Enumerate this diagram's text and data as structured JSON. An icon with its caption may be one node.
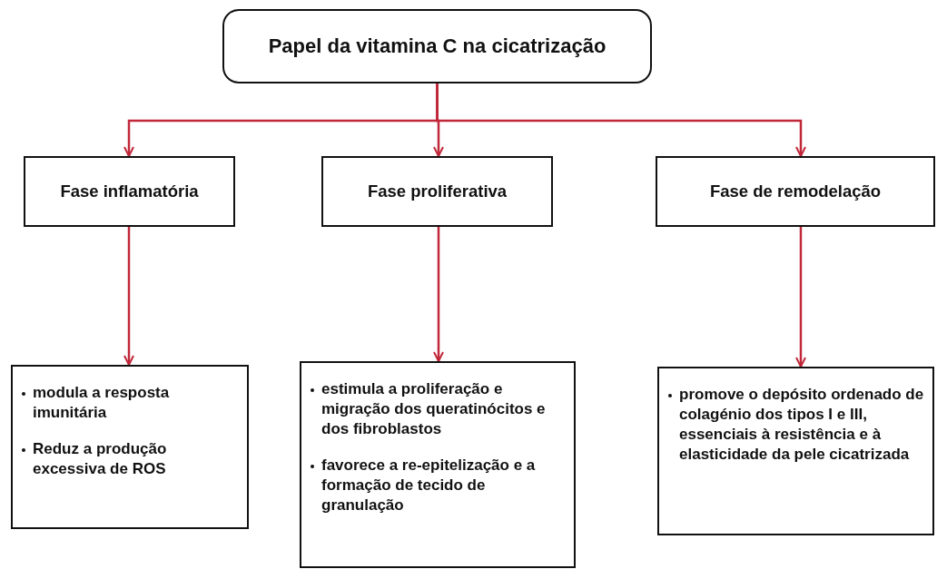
{
  "diagram": {
    "nodes": [
      {
        "text": [
          "Papel da vitamina C na cicatrização"
        ]
      },
      {
        "text": [
          "Fase inflamatória"
        ]
      },
      {
        "text": [
          "Fase proliferativa"
        ]
      },
      {
        "text": [
          "Fase de remodelação"
        ]
      },
      {
        "text": [
          "modula a resposta imunitária",
          "Reduz a produção excessiva de ROS"
        ]
      },
      {
        "text": [
          "estimula a proliferação e migração dos queratinócitos e dos fibroblastos",
          "favorece a re-epitelização e a formação de tecido de granulação"
        ]
      },
      {
        "text": [
          "promove o depósito ordenado de colagénio dos tipos I e III, essenciais à resistência e à elasticidade da pele cicatrizada"
        ]
      }
    ],
    "edges": [
      {
        "from": 0,
        "to": 1,
        "arrow": "to"
      },
      {
        "from": 0,
        "to": 2,
        "arrow": "to"
      },
      {
        "from": 0,
        "to": 3,
        "arrow": "to"
      },
      {
        "from": 1,
        "to": 4,
        "arrow": "to"
      },
      {
        "from": 2,
        "to": 5,
        "arrow": "to"
      },
      {
        "from": 3,
        "to": 6,
        "arrow": "to"
      }
    ]
  }
}
